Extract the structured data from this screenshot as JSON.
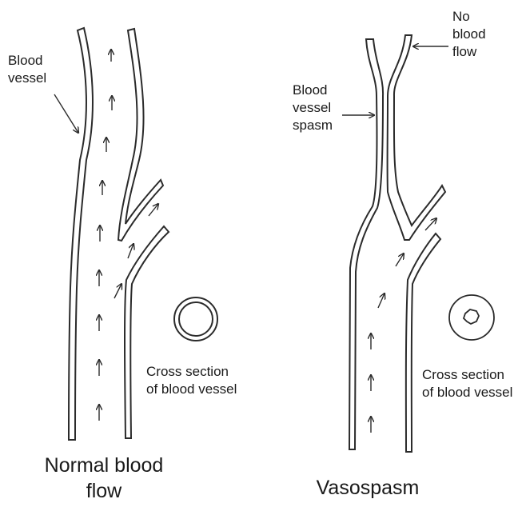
{
  "left_panel": {
    "vessel_label": "Blood\nvessel",
    "cross_section_label": "Cross section\nof blood vessel",
    "caption": "Normal blood\nflow"
  },
  "right_panel": {
    "no_flow_label": "No\nblood\nflow",
    "spasm_label": "Blood\nvessel\nspasm",
    "cross_section_label": "Cross section\nof blood vessel",
    "caption": "Vasospasm"
  },
  "colors": {
    "stroke": "#2b2b2b",
    "text": "#1a1a1a",
    "background": "#ffffff"
  }
}
